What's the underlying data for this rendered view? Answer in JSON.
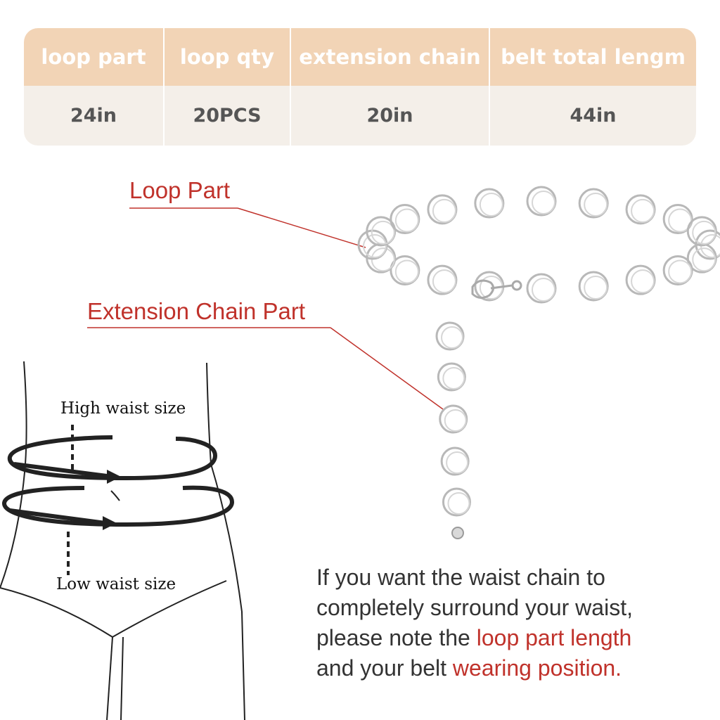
{
  "specs": {
    "headers": [
      "loop part",
      "loop qty",
      "extension chain",
      "belt total lengm"
    ],
    "values": [
      "24in",
      "20PCS",
      "20in",
      "44in"
    ]
  },
  "callouts": {
    "loop_part": "Loop Part",
    "extension_chain": "Extension Chain Part"
  },
  "waist": {
    "high": "High waist size",
    "low": "Low waist size"
  },
  "note": {
    "line1": "If you want the waist chain to",
    "line2": "completely surround your waist,",
    "line3_pre": "please note the ",
    "line3_hl": "loop part length",
    "line4_pre": "and your belt ",
    "line4_hl": "wearing position."
  },
  "colors": {
    "header_bg": "#f2d4b6",
    "values_bg": "#f4efe9",
    "accent_red": "#c0322b",
    "body_text": "#333333"
  }
}
